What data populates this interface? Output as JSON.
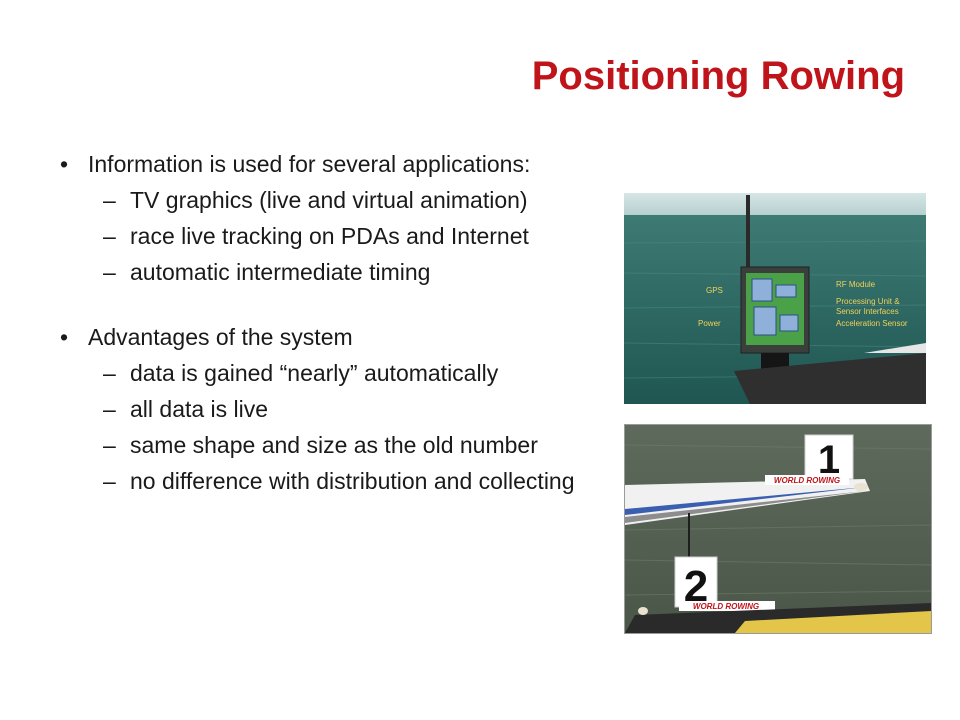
{
  "slide": {
    "title": "Positioning Rowing",
    "bullets": [
      {
        "text": "Information is used for several applications:",
        "subs": [
          "TV graphics (live and virtual animation)",
          "race live tracking on PDAs and Internet",
          "automatic intermediate timing"
        ]
      },
      {
        "text": "Advantages of the system",
        "subs": [
          "data is gained “nearly” automatically",
          "all data is live",
          "same shape and size as the old number",
          "no difference with distribution and collecting"
        ]
      }
    ],
    "bullet_symbol": "•",
    "sub_symbol": "–"
  },
  "diagram": {
    "labels": {
      "gps": "GPS",
      "power": "Power",
      "rf": "RF Module",
      "processing": "Processing Unit &",
      "sensor_if": "Sensor Interfaces",
      "accel": "Acceleration Sensor"
    }
  },
  "photo": {
    "number_1": "1",
    "number_2": "2",
    "brand_1": "WORLD ROWING",
    "brand_2": "WORLD ROWING"
  }
}
